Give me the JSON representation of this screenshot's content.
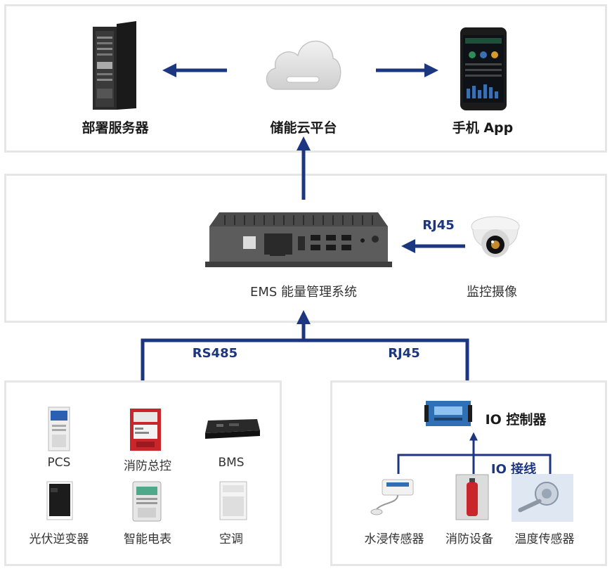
{
  "top": {
    "server_label": "部署服务器",
    "cloud_label": "储能云平台",
    "phone_label": "手机 App"
  },
  "middle": {
    "ems_label": "EMS 能量管理系统",
    "camera_label": "监控摄像",
    "camera_link_label": "RJ45"
  },
  "links": {
    "left_label": "RS485",
    "right_label": "RJ45"
  },
  "bottom_left": {
    "items": [
      {
        "label": "PCS"
      },
      {
        "label": "消防总控"
      },
      {
        "label": "BMS"
      },
      {
        "label": "光伏逆变器"
      },
      {
        "label": "智能电表"
      },
      {
        "label": "空调"
      }
    ]
  },
  "bottom_right": {
    "controller_label": "IO 控制器",
    "wiring_label": "IO 接线",
    "items": [
      {
        "label": "水浸传感器"
      },
      {
        "label": "消防设备"
      },
      {
        "label": "温度传感器"
      }
    ]
  },
  "colors": {
    "line": "#1d3680",
    "panel_border": "#e6e6e6"
  }
}
